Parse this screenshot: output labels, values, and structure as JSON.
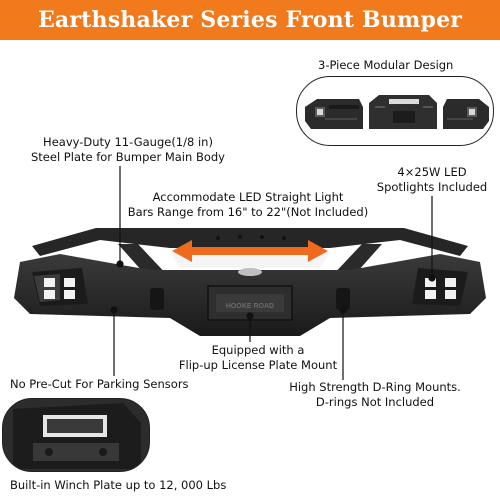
{
  "banner": {
    "title": "Earthshaker Series Front Bumper",
    "color": "#f07a1c"
  },
  "callouts": {
    "modular": "3-Piece Modular Design",
    "steel_line1": "Heavy-Duty 11-Gauge(1/8 in)",
    "steel_line2": "Steel Plate for Bumper Main Body",
    "led_line1": "4×25W LED",
    "led_line2": "Spotlights Included",
    "bars_line1": "Accommodate LED Straight Light",
    "bars_line2": "Bars Range from 16\" to 22\"(Not Included)",
    "license_line1": "Equipped with a",
    "license_line2": "Flip-up License Plate Mount",
    "sensor": "No Pre-Cut For Parking Sensors",
    "dring_line1": "High Strength D-Ring Mounts.",
    "dring_line2": "D-rings Not Included",
    "winch": "Built-in Winch Plate up to 12, 000 Lbs"
  },
  "plate_text": "HOOKE ROAD",
  "arrow_color": "#ef6a1e"
}
